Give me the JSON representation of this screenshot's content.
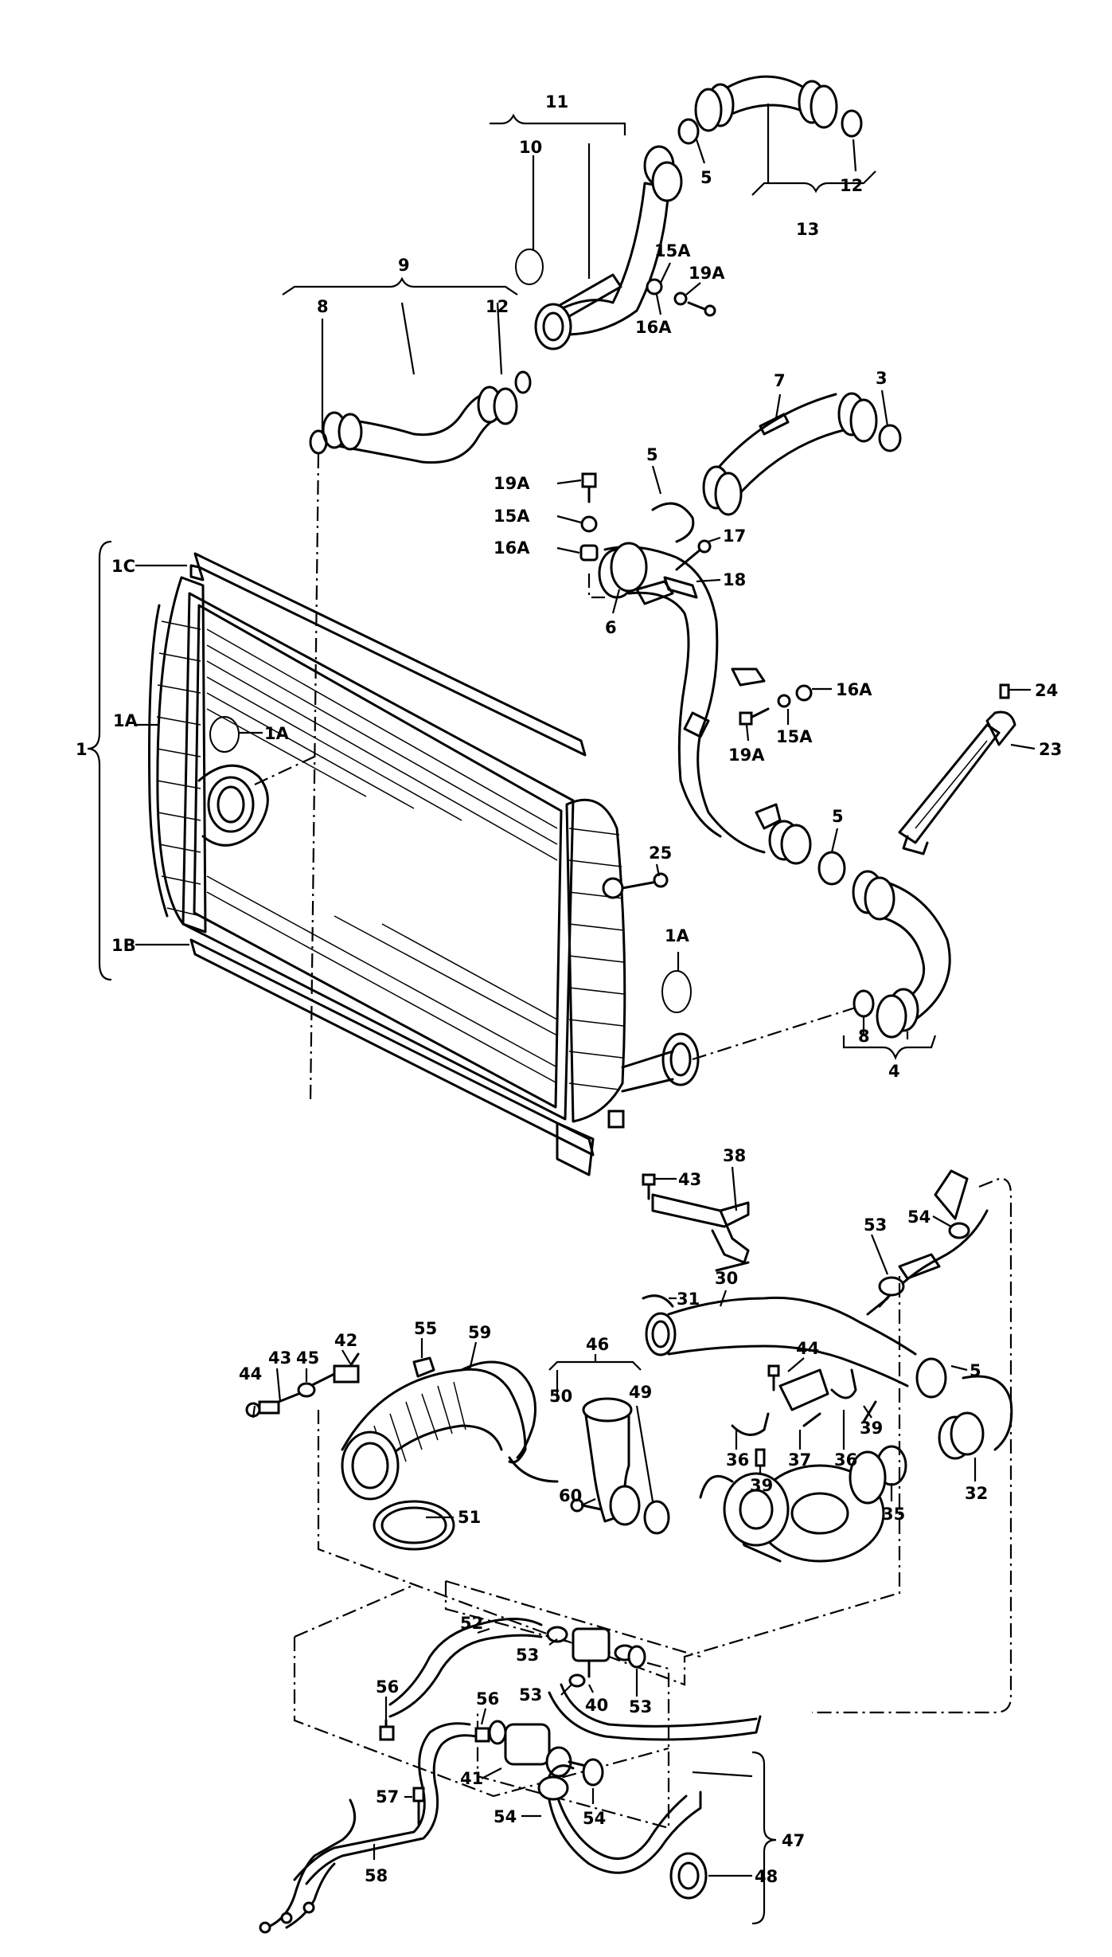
{
  "callouts": {
    "c1": "1",
    "c1a_top": "1A",
    "c1a_mid": "1A",
    "c1a_lower": "1A",
    "c1b": "1B",
    "c1c": "1C",
    "c3": "3",
    "c4": "4",
    "c5_top": "5",
    "c5_mid": "5",
    "c5_lower": "5",
    "c5_bottom": "5",
    "c6": "6",
    "c7": "7",
    "c8_left": "8",
    "c8_lower": "8",
    "c9": "9",
    "c10": "10",
    "c11": "11",
    "c12_left": "12",
    "c12_right": "12",
    "c13": "13",
    "c15a_top": "15A",
    "c15a_left": "15A",
    "c15a_right": "15A",
    "c16a_top": "16A",
    "c16a_left": "16A",
    "c16a_right": "16A",
    "c17": "17",
    "c18": "18",
    "c19a_top": "19A",
    "c19a_left": "19A",
    "c19a_right": "19A",
    "c23": "23",
    "c24": "24",
    "c25": "25",
    "c30": "30",
    "c31": "31",
    "c32": "32",
    "c35": "35",
    "c36_left": "36",
    "c36_right": "36",
    "c37": "37",
    "c38": "38",
    "c39_right": "39",
    "c39_bottom": "39",
    "c40": "40",
    "c41": "41",
    "c42": "42",
    "c43_top": "43",
    "c43_left": "43",
    "c44_left": "44",
    "c44_mid": "44",
    "c45": "45",
    "c46": "46",
    "c47": "47",
    "c48": "48",
    "c49": "49",
    "c50": "50",
    "c51": "51",
    "c52": "52",
    "c53_top": "53",
    "c53_left": "53",
    "c53_mid": "53",
    "c53_right": "53",
    "c54_top": "54",
    "c54_left": "54",
    "c54_right": "54",
    "c55": "55",
    "c56_left": "56",
    "c56_mid": "56",
    "c57": "57",
    "c58": "58",
    "c59": "59",
    "c60": "60"
  }
}
